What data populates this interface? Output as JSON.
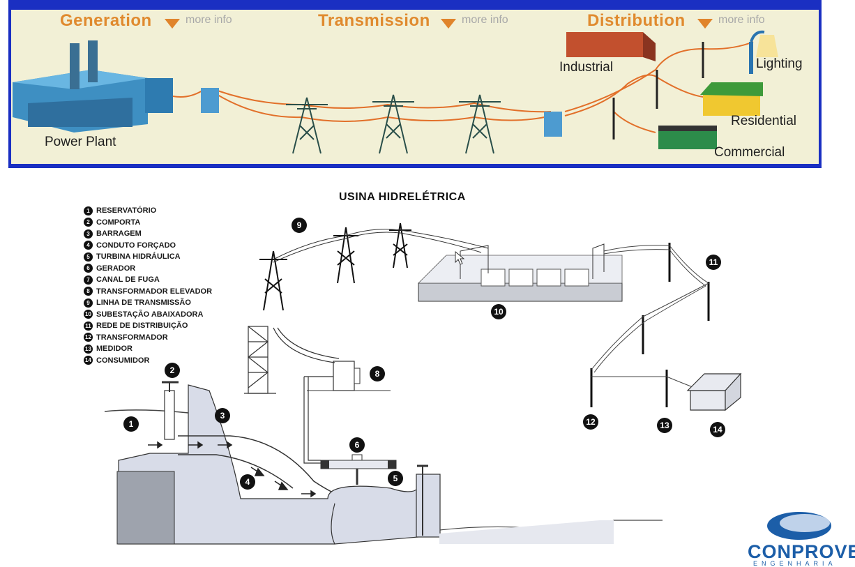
{
  "banner": {
    "stages": [
      {
        "label": "Generation",
        "more": "more info"
      },
      {
        "label": "Transmission",
        "more": "more info"
      },
      {
        "label": "Distribution",
        "more": "more info"
      }
    ],
    "labels": {
      "power_plant": "Power Plant",
      "industrial": "Industrial",
      "lighting": "Lighting",
      "residential": "Residential",
      "commercial": "Commercial"
    }
  },
  "diagram": {
    "title": "USINA HIDRELÉTRICA",
    "legend": [
      {
        "num": "1",
        "text": "RESERVATÓRIO"
      },
      {
        "num": "2",
        "text": "COMPORTA"
      },
      {
        "num": "3",
        "text": "BARRAGEM"
      },
      {
        "num": "4",
        "text": "CONDUTO FORÇADO"
      },
      {
        "num": "5",
        "text": "TURBINA HIDRÁULICA"
      },
      {
        "num": "6",
        "text": "GERADOR"
      },
      {
        "num": "7",
        "text": "CANAL DE FUGA"
      },
      {
        "num": "8",
        "text": "TRANSFORMADOR ELEVADOR"
      },
      {
        "num": "9",
        "text": "LINHA DE TRANSMISSÃO"
      },
      {
        "num": "10",
        "text": "SUBESTAÇÃO ABAIXADORA"
      },
      {
        "num": "11",
        "text": "REDE DE DISTRIBUIÇÃO"
      },
      {
        "num": "12",
        "text": "TRANSFORMADOR"
      },
      {
        "num": "13",
        "text": "MEDIDOR"
      },
      {
        "num": "14",
        "text": "CONSUMIDOR"
      }
    ],
    "markers": [
      "1",
      "2",
      "3",
      "4",
      "5",
      "6",
      "8",
      "9",
      "10",
      "11",
      "12",
      "13",
      "14"
    ]
  },
  "logo": {
    "name": "CONPROVE",
    "sub": "ENGENHARIA"
  },
  "colors": {
    "banner_border": "#1a2fc2",
    "banner_bg": "#f2f0d6",
    "stage_text": "#e08a2e",
    "wire": "#e2702a",
    "logo": "#1c5ea8"
  }
}
